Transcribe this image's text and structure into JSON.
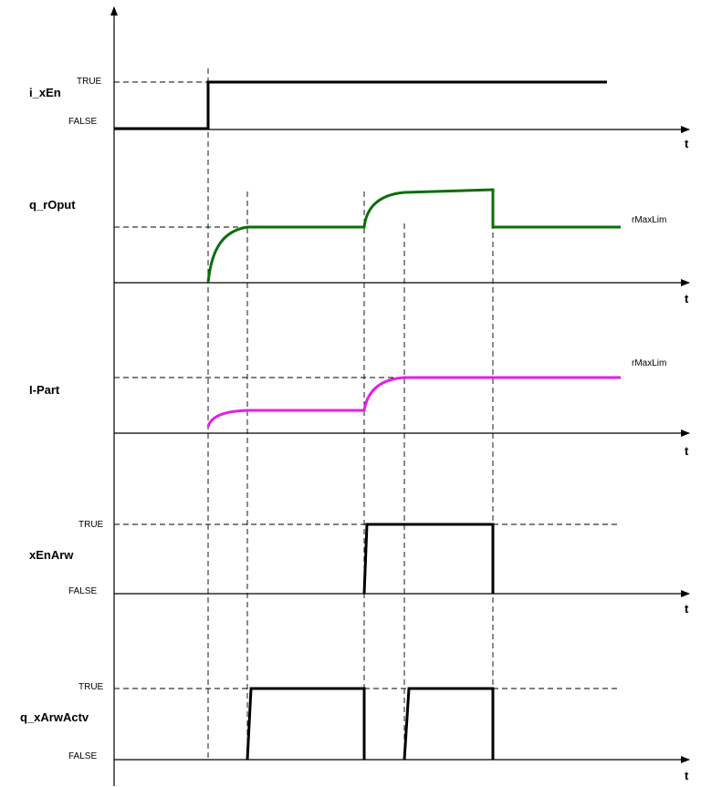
{
  "colors": {
    "axis": "#000000",
    "bool_signal": "#000000",
    "q_rOput_curve": "#0a6e0a",
    "i_part_curve": "#e61ee6"
  },
  "signals": {
    "i_xEn": {
      "name": "i_xEn",
      "true_label": "TRUE",
      "false_label": "FALSE",
      "axis_label": "t"
    },
    "q_rOput": {
      "name": "q_rOput",
      "limit_label": "rMaxLim",
      "axis_label": "t"
    },
    "i_part": {
      "name": "I-Part",
      "limit_label": "rMaxLim",
      "axis_label": "t"
    },
    "xEnArw": {
      "name": "xEnArw",
      "true_label": "TRUE",
      "false_label": "FALSE",
      "axis_label": "t"
    },
    "q_xArwActv": {
      "name": "q_xArwActv",
      "true_label": "TRUE",
      "false_label": "FALSE",
      "axis_label": "t"
    }
  }
}
